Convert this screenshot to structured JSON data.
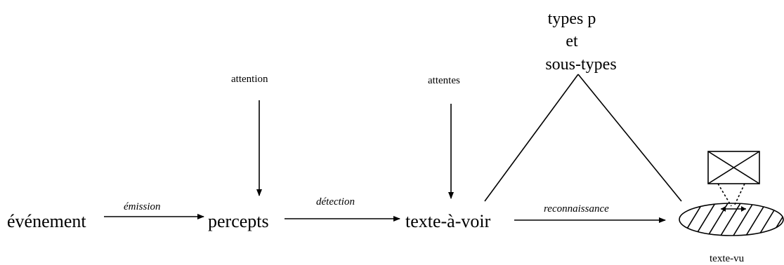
{
  "nodes": {
    "evenement": "événement",
    "percepts": "percepts",
    "texte_a_voir": "texte-à-voir",
    "texte_vu": "texte-vu"
  },
  "inputs": {
    "attention": "attention",
    "attentes": "attentes"
  },
  "types": {
    "line1": "types p",
    "line2": "et",
    "line3": "sous-types"
  },
  "edges": {
    "emission": "émission",
    "detection": "détection",
    "reconnaissance": "reconnaissance"
  }
}
